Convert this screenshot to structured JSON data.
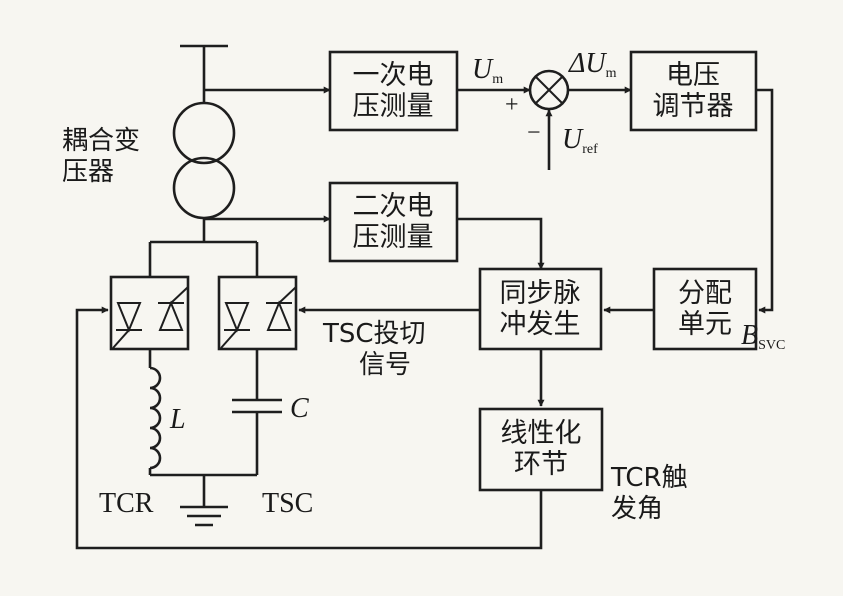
{
  "blocks": {
    "primary_measure": [
      "一次电",
      "压测量"
    ],
    "voltage_regulator": [
      "电压",
      "调节器"
    ],
    "secondary_measure": [
      "二次电",
      "压测量"
    ],
    "sync_pulse": [
      "同步脉",
      "冲发生"
    ],
    "distribution": [
      "分配",
      "单元"
    ],
    "linearization": [
      "线性化",
      "环节"
    ]
  },
  "labels": {
    "transformer": [
      "耦合变",
      "压器"
    ],
    "tsc_signal": [
      "TSC投切",
      "信号"
    ],
    "tcr_angle": [
      "TCR触",
      "发角"
    ],
    "tcr": "TCR",
    "tsc": "TSC",
    "inductor": "L",
    "capacitor": "C"
  },
  "signals": {
    "um_main": "U",
    "um_sub": "m",
    "dum_delta": "ΔU",
    "dum_sub": "m",
    "uref_main": "U",
    "uref_sub": "ref",
    "bsvc_main": "B",
    "bsvc_sub": "SVC",
    "plus_sign": "+",
    "minus_sign": "−"
  }
}
